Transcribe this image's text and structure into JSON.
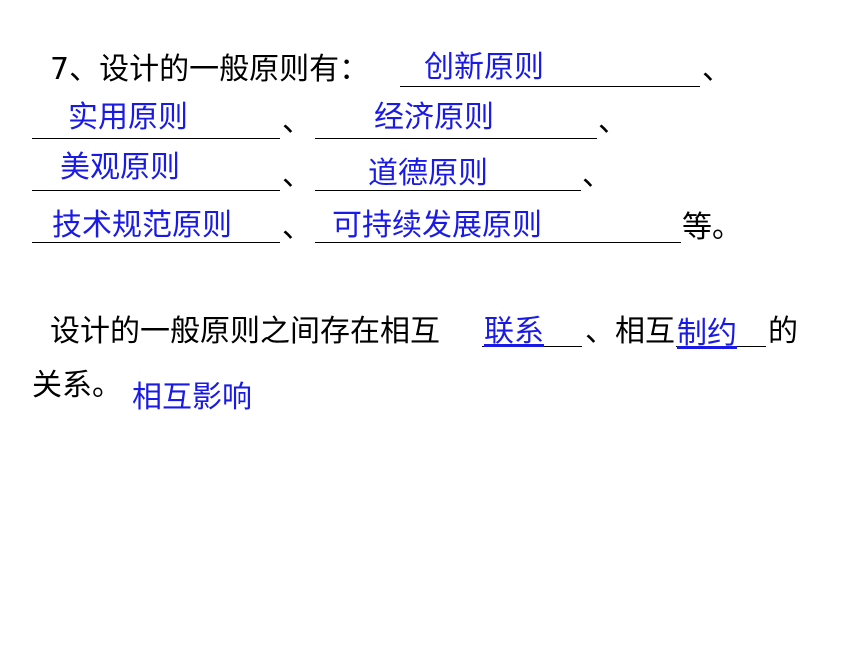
{
  "question": {
    "intro": "7、设计的一般原则有：",
    "sep": "、",
    "end": "等。",
    "answers": [
      "创新原则",
      "实用原则",
      "经济原则",
      "美观原则",
      "道德原则",
      "技术规范原则",
      "可持续发展原则"
    ]
  },
  "relation": {
    "text_a": "设计的一般原则之间存在相互",
    "answer_a": "联系",
    "text_b": "、相互",
    "answer_b": "制约",
    "text_c": "的",
    "text_d": "关系。",
    "answer_c": "相互影响"
  },
  "colors": {
    "answer": "#1a1ae6",
    "text": "#000000"
  }
}
